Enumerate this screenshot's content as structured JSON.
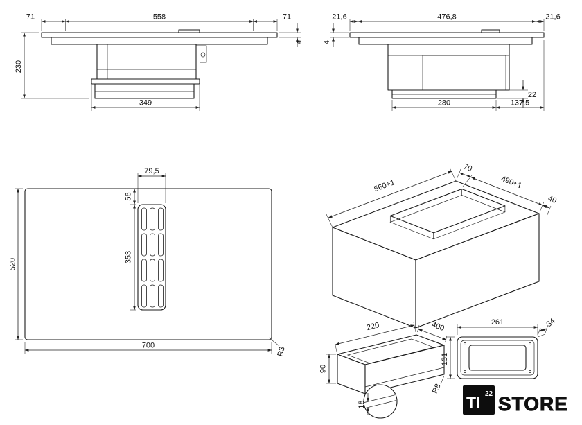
{
  "views": {
    "front_elevation": {
      "dims": {
        "left_overhang": "71",
        "glass_span": "558",
        "right_overhang": "71",
        "glass_thickness": "4",
        "overall_height": "230",
        "duct_box_width": "349"
      }
    },
    "side_elevation": {
      "dims": {
        "front_overhang": "21,6",
        "glass_span": "476,8",
        "rear_overhang": "21,6",
        "glass_thickness": "4",
        "flange_height": "22",
        "box_depth": "280",
        "rear_clearance": "137,5"
      }
    },
    "plan": {
      "dims": {
        "grille_width": "79,5",
        "grille_inset": "56",
        "grille_length": "353",
        "overall_depth": "520",
        "overall_width": "700",
        "corner_radius": "R3"
      }
    },
    "cutout_iso": {
      "dims": {
        "cutout_length": "560+1",
        "front_clearance": "70",
        "cutout_width": "490+1",
        "side_clearance": "40"
      }
    },
    "duct_iso": {
      "dims": {
        "width": "220",
        "depth": "400",
        "height": "90",
        "corner_radius": "R8",
        "flange_height": "18"
      }
    },
    "frame_front": {
      "dims": {
        "width": "261",
        "depth": "34",
        "height": "131"
      }
    }
  },
  "logo": {
    "mark": "TI",
    "sup": "22",
    "wordmark": "STORE"
  }
}
